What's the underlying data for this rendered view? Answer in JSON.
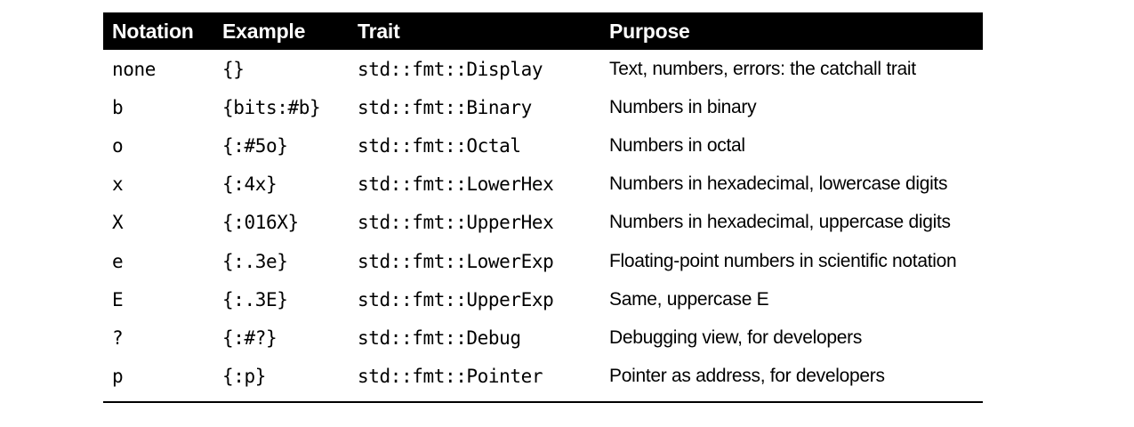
{
  "table": {
    "columns": [
      "Notation",
      "Example",
      "Trait",
      "Purpose"
    ],
    "rows": [
      {
        "notation": "none",
        "example": "{}",
        "trait": "std::fmt::Display",
        "purpose": "Text, numbers, errors: the catchall trait"
      },
      {
        "notation": "b",
        "example": "{bits:#b}",
        "trait": "std::fmt::Binary",
        "purpose": "Numbers in binary"
      },
      {
        "notation": "o",
        "example": "{:#5o}",
        "trait": "std::fmt::Octal",
        "purpose": "Numbers in octal"
      },
      {
        "notation": "x",
        "example": "{:4x}",
        "trait": "std::fmt::LowerHex",
        "purpose": "Numbers in hexadecimal, lowercase digits"
      },
      {
        "notation": "X",
        "example": "{:016X}",
        "trait": "std::fmt::UpperHex",
        "purpose": "Numbers in hexadecimal, uppercase digits"
      },
      {
        "notation": "e",
        "example": "{:.3e}",
        "trait": "std::fmt::LowerExp",
        "purpose": "Floating-point numbers in scientific notation"
      },
      {
        "notation": "E",
        "example": "{:.3E}",
        "trait": "std::fmt::UpperExp",
        "purpose": "Same, uppercase E"
      },
      {
        "notation": "?",
        "example": "{:#?}",
        "trait": "std::fmt::Debug",
        "purpose": "Debugging view, for developers"
      },
      {
        "notation": "p",
        "example": "{:p}",
        "trait": "std::fmt::Pointer",
        "purpose": "Pointer as address, for developers"
      }
    ]
  },
  "colors": {
    "header_background": "#000000",
    "header_text": "#ffffff",
    "body_background": "#ffffff",
    "body_text": "#000000",
    "rule": "#000000"
  }
}
